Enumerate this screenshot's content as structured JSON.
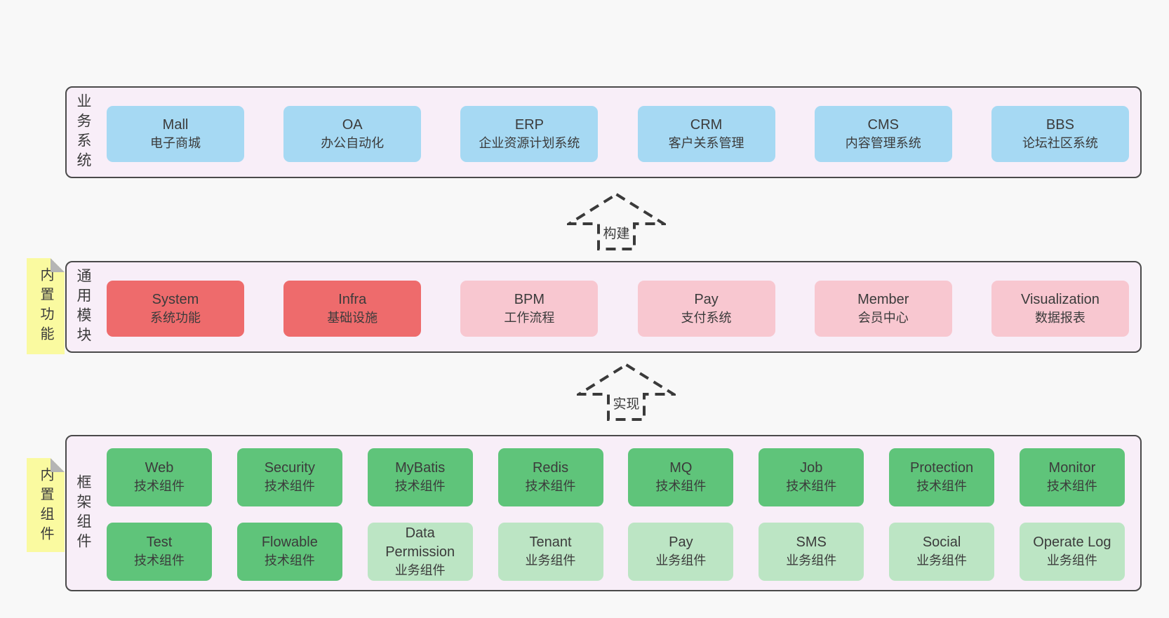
{
  "colors": {
    "page_bg": "#f8f8f8",
    "panel_bg": "#f8eef8",
    "panel_border": "#4a4a4a",
    "blue": "#a6d9f3",
    "red": "#ee6b6c",
    "pink": "#f8c7d0",
    "green": "#5fc47a",
    "green_light": "#bce5c4",
    "yellow": "#fafaa0",
    "fold": "#b5b5b5",
    "text": "#3b3b3b",
    "arrow": "#3a3a3a"
  },
  "business": {
    "label": "业务系统",
    "boxes": [
      {
        "name": "Mall",
        "desc": "电子商城"
      },
      {
        "name": "OA",
        "desc": "办公自动化"
      },
      {
        "name": "ERP",
        "desc": "企业资源计划系统"
      },
      {
        "name": "CRM",
        "desc": "客户关系管理"
      },
      {
        "name": "CMS",
        "desc": "内容管理系统"
      },
      {
        "name": "BBS",
        "desc": "论坛社区系统"
      }
    ]
  },
  "arrows": {
    "build": {
      "label": "构建"
    },
    "implement": {
      "label": "实现"
    }
  },
  "modules": {
    "note": "内置功能",
    "label": "通用模块",
    "boxes": [
      {
        "name": "System",
        "desc": "系统功能"
      },
      {
        "name": "Infra",
        "desc": "基础设施"
      },
      {
        "name": "BPM",
        "desc": "工作流程"
      },
      {
        "name": "Pay",
        "desc": "支付系统"
      },
      {
        "name": "Member",
        "desc": "会员中心"
      },
      {
        "name": "Visualization",
        "desc": "数据报表"
      }
    ]
  },
  "components": {
    "note": "内置组件",
    "label": "框架组件",
    "rows": [
      [
        {
          "name": "Web",
          "desc": "技术组件"
        },
        {
          "name": "Security",
          "desc": "技术组件"
        },
        {
          "name": "MyBatis",
          "desc": "技术组件"
        },
        {
          "name": "Redis",
          "desc": "技术组件"
        },
        {
          "name": "MQ",
          "desc": "技术组件"
        },
        {
          "name": "Job",
          "desc": "技术组件"
        },
        {
          "name": "Protection",
          "desc": "技术组件"
        },
        {
          "name": "Monitor",
          "desc": "技术组件"
        }
      ],
      [
        {
          "name": "Test",
          "desc": "技术组件"
        },
        {
          "name": "Flowable",
          "desc": "技术组件"
        },
        {
          "name": "Data Permission",
          "desc": "业务组件"
        },
        {
          "name": "Tenant",
          "desc": "业务组件"
        },
        {
          "name": "Pay",
          "desc": "业务组件"
        },
        {
          "name": "SMS",
          "desc": "业务组件"
        },
        {
          "name": "Social",
          "desc": "业务组件"
        },
        {
          "name": "Operate Log",
          "desc": "业务组件"
        }
      ]
    ]
  }
}
